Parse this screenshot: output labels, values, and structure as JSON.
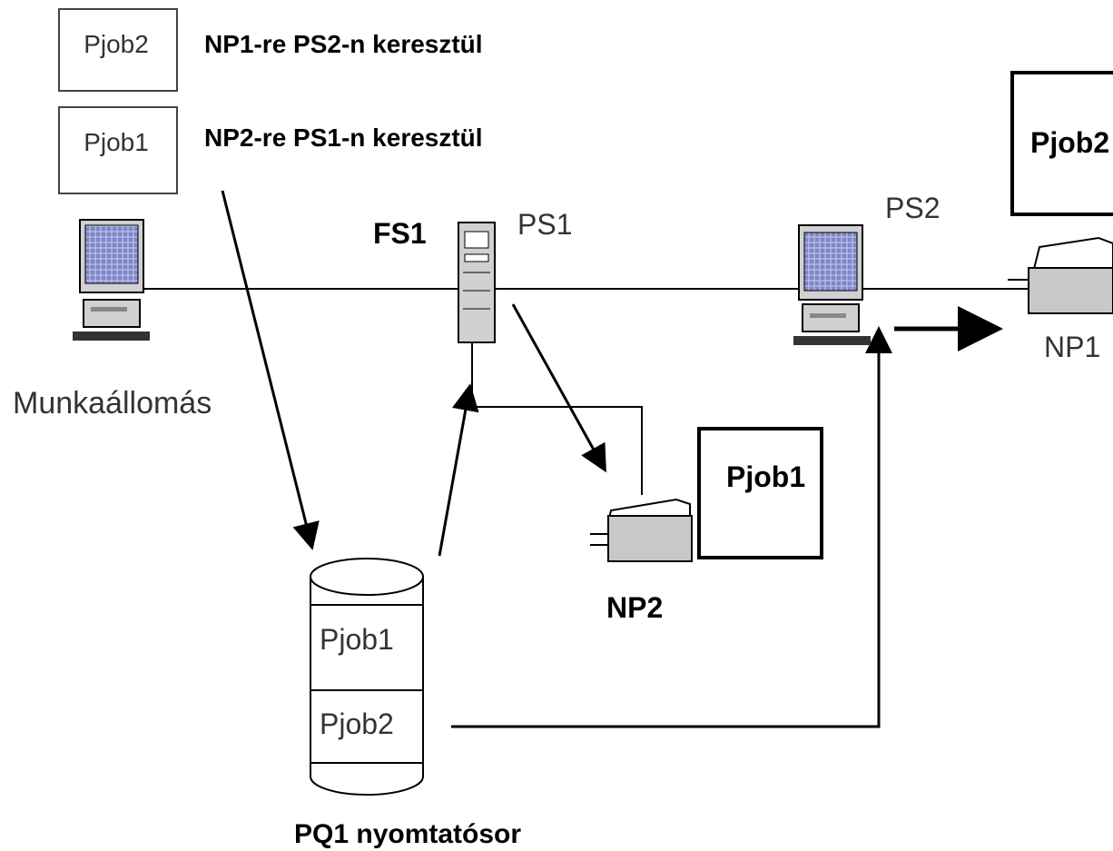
{
  "legend": [
    {
      "job": "Pjob2",
      "route": "NP1-re PS2-n keresztül"
    },
    {
      "job": "Pjob1",
      "route": "NP2-re PS1-n keresztül"
    }
  ],
  "nodes": {
    "workstation": "Munkaállomás",
    "file_server": "FS1",
    "print_server_1": "PS1",
    "print_server_2": "PS2",
    "printer_np1": "NP1",
    "printer_np2": "NP2"
  },
  "queue": {
    "caption": "PQ1 nyomtatósor",
    "jobs": [
      "Pjob1",
      "Pjob2"
    ]
  },
  "printer_jobs": {
    "np1": "Pjob2",
    "np2": "Pjob1"
  },
  "colors": {
    "line": "#000000",
    "screen": "#7e86c6",
    "device_grey": "#c8c8c8"
  }
}
